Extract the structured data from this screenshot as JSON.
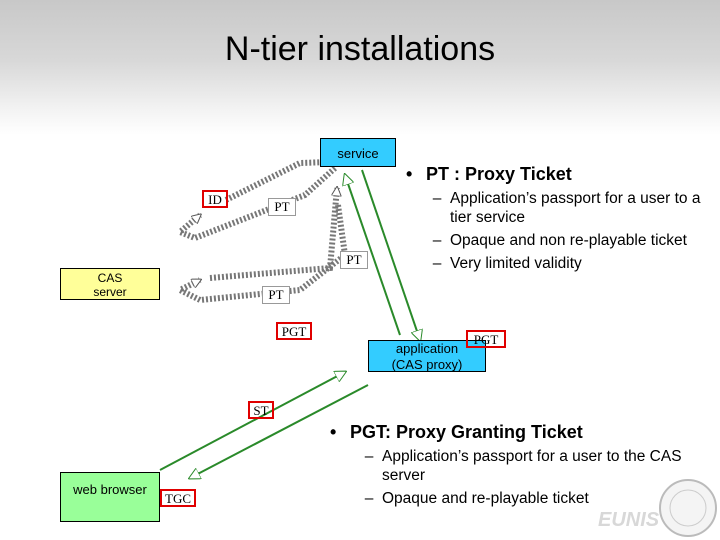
{
  "title": "N-tier installations",
  "nodes": {
    "service": "service",
    "cas_line1": "CAS",
    "cas_line2": "server",
    "app_line1": "application",
    "app_line2": "(CAS proxy)",
    "browser": "web browser"
  },
  "tickets": {
    "id": "ID",
    "pt_upper": "PT",
    "pt_mid": "PT",
    "pt_lower": "PT",
    "pgt_left": "PGT",
    "pgt_right": "PGT",
    "st": "ST",
    "tgc": "TGC"
  },
  "bullets": [
    {
      "heading": "PT : Proxy Ticket",
      "items": [
        "Application’s passport for a user to a tier service",
        "Opaque and non re-playable ticket",
        "Very limited validity"
      ]
    },
    {
      "heading": "PGT: Proxy Granting Ticket",
      "items": [
        "Application’s passport for a user to the CAS server",
        "Opaque and re-playable ticket"
      ]
    }
  ],
  "logo_text": "EUNIS",
  "colors": {
    "service": "#33ccff",
    "cas": "#ffff99",
    "browser": "#99ff99",
    "tag_border": "#e00000"
  }
}
